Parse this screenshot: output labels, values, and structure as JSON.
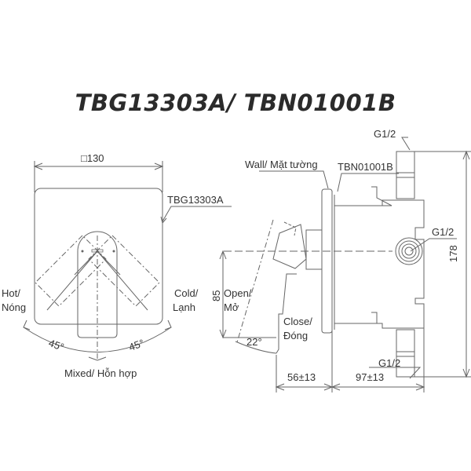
{
  "title": "TBG13303A/ TBN01001B",
  "front_view": {
    "width_dim": "□130",
    "part_label": "TBG13303A",
    "hot_label_1": "Hot/",
    "hot_label_2": "Nóng",
    "cold_label_1": "Cold/",
    "cold_label_2": "Lạnh",
    "angle_left": "45°",
    "angle_right": "45°",
    "mixed_label": "Mixed/ Hỗn hợp"
  },
  "side_view": {
    "wall_label": "Wall/ Mặt tường",
    "body_label": "TBN01001B",
    "top_port": "G1/2",
    "side_port": "G1/2",
    "bottom_port": "G1/2",
    "height_dim": "178",
    "lever_height_dim": "85",
    "open_label_1": "Open/",
    "open_label_2": "Mở",
    "close_label_1": "Close/",
    "close_label_2": "Đóng",
    "lever_angle": "22°",
    "front_depth_dim": "56±13",
    "rear_depth_dim": "97±13"
  },
  "colors": {
    "line": "#555555",
    "text": "#333333",
    "title": "#2b2b2b"
  }
}
